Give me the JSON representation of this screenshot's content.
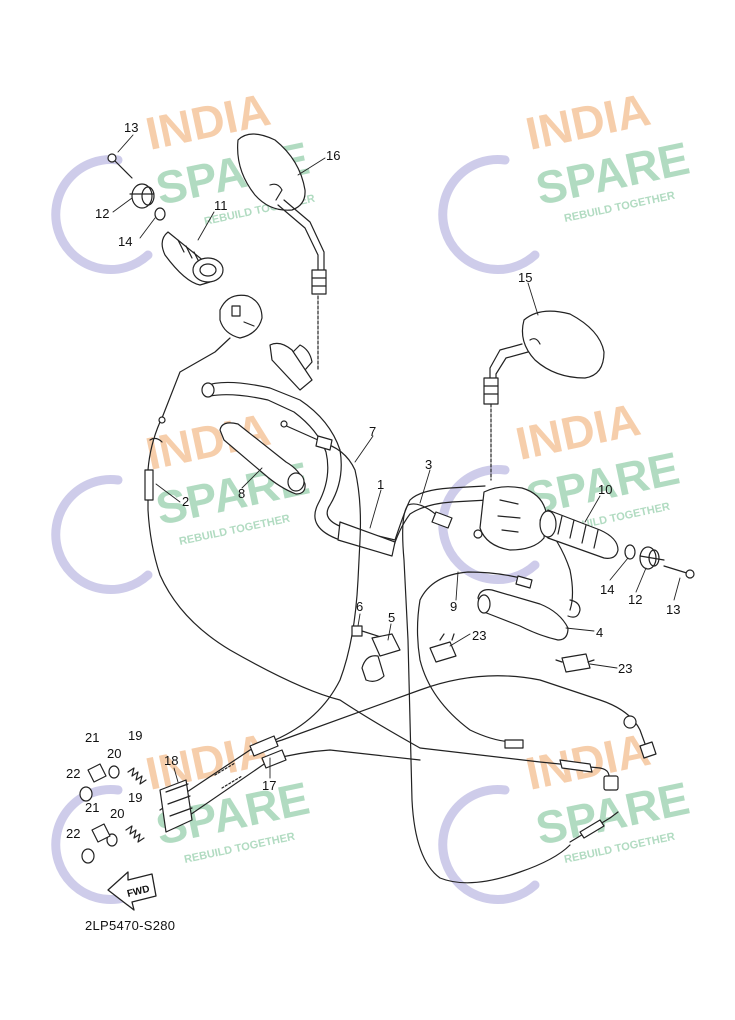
{
  "watermark": {
    "line1": "INDIA",
    "line2": "SPARE",
    "tagline": "REBUILD TOGETHER",
    "color_orange": "#f6c9a3",
    "color_green": "#a9d8bb",
    "color_logo": "#c9c6e8"
  },
  "diagram_ref": "2LP5470-S280",
  "fwd_label": "FWD",
  "parts": {
    "p1": "1",
    "p2": "2",
    "p3": "3",
    "p4": "4",
    "p5": "5",
    "p6": "6",
    "p7": "7",
    "p8": "8",
    "p9": "9",
    "p10": "10",
    "p11": "11",
    "p12a": "12",
    "p12b": "12",
    "p13a": "13",
    "p13b": "13",
    "p14a": "14",
    "p14b": "14",
    "p15": "15",
    "p16": "16",
    "p17": "17",
    "p18": "18",
    "p19a": "19",
    "p19b": "19",
    "p20a": "20",
    "p20b": "20",
    "p21a": "21",
    "p21b": "21",
    "p22a": "22",
    "p22b": "22",
    "p23a": "23",
    "p23b": "23"
  }
}
